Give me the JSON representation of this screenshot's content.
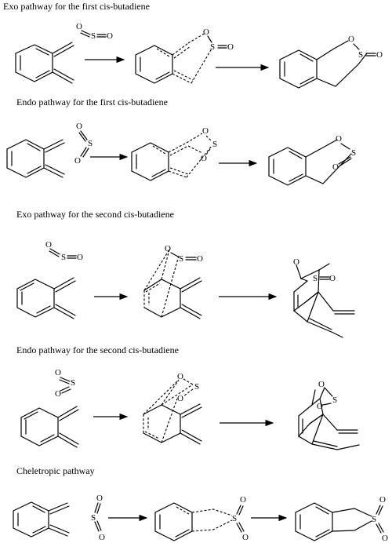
{
  "titles": {
    "exo_first": "Exo pathway for the first cis-butadiene",
    "endo_first": "Endo pathway for the first cis-butadiene",
    "exo_second": "Exo pathway for the second cis-butadiene",
    "endo_second": "Endo pathway for the second cis-butadiene",
    "cheletropic": "Cheletropic pathway"
  },
  "atoms": {
    "oxygen": "O",
    "sulfur": "S"
  }
}
